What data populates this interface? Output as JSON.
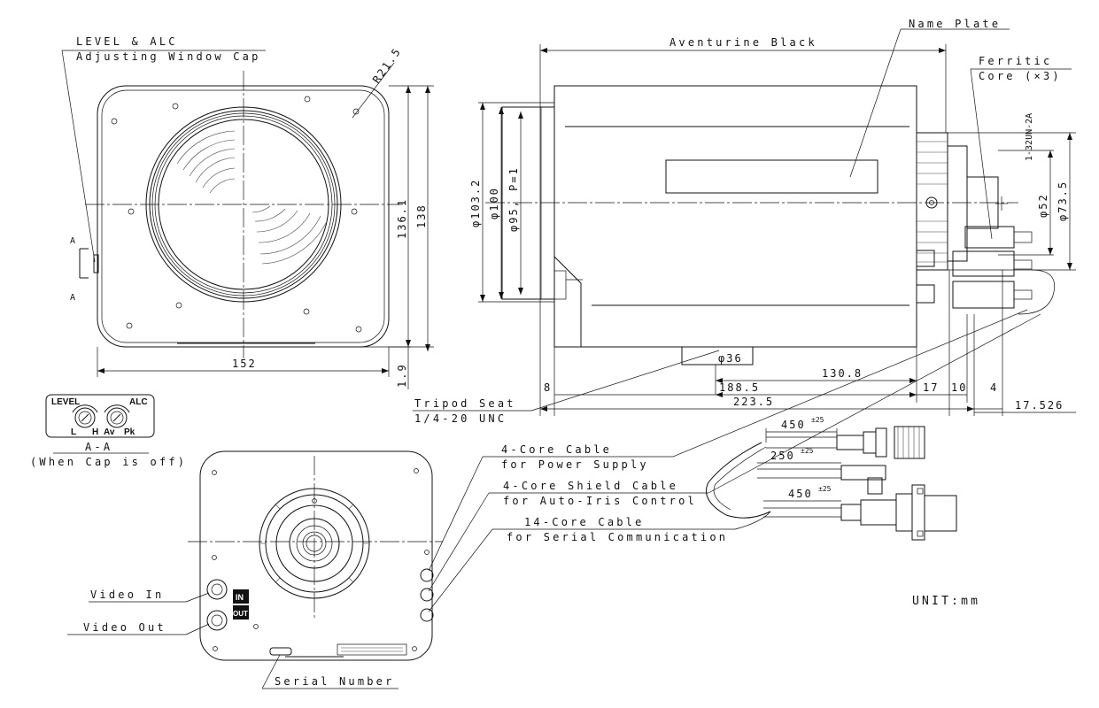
{
  "labels": {
    "level_alc": "LEVEL & ALC",
    "adjusting_cap": "Adjusting Window Cap",
    "radius": "R21.5",
    "section_a_top": "A",
    "section_a_bottom": "A",
    "name_plate": "Name Plate",
    "aventurine_black": "Aventurine Black",
    "ferritic": "Ferritic",
    "core_count": "Core (×3)",
    "thread": "1-32UN-2A",
    "level_knob": "LEVEL",
    "alc_knob": "ALC",
    "knob_l": "L",
    "knob_h": "H",
    "knob_av": "Av",
    "knob_pk": "Pk",
    "section_title": "A-A",
    "section_note": "(When Cap is off)",
    "tripod_seat": "Tripod Seat",
    "tripod_thread": "1/4-20 UNC",
    "cable1_line1": "4-Core Cable",
    "cable1_line2": "for Power Supply",
    "cable2_line1": "4-Core Shield Cable",
    "cable2_line2": "for Auto-Iris Control",
    "cable3_line1": "14-Core Cable",
    "cable3_line2": "for Serial Communication",
    "video_in": "Video In",
    "video_out": "Video Out",
    "in_badge": "IN",
    "out_badge": "OUT",
    "serial_number": "Serial Number",
    "unit": "UNIT:mm"
  },
  "dimensions": {
    "width_152": "152",
    "height_136_1": "136.1",
    "height_138": "138",
    "offset_1_9": "1.9",
    "dia_103_2": "φ103.2",
    "dia_100": "φ100",
    "dia_95": "φ95, P=1",
    "dia_36": "φ36",
    "len_130_8": "130.8",
    "len_188_5": "188.5",
    "len_8": "8",
    "len_17": "17",
    "len_10": "10",
    "len_4": "4",
    "len_223_5": "223.5",
    "len_17_526": "17.526",
    "dia_52": "φ52",
    "dia_73_5": "φ73.5",
    "cable_450_a": "450",
    "cable_250": "250",
    "cable_450_b": "450",
    "tol_25": "±25"
  }
}
